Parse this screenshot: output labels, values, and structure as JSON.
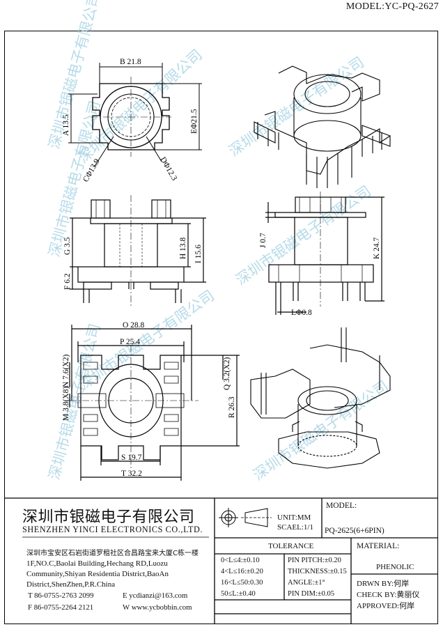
{
  "header": {
    "model_title": "MODEL:YC-PQ-2627"
  },
  "watermark": {
    "text": "深圳市银磁电子有限公司"
  },
  "dimensions": {
    "B": "B 21.8",
    "A": "A 13.5",
    "E": "EΦ21.5",
    "C": "CΦ13.9",
    "D": "DΦ12.3",
    "G": "G 3.5",
    "H": "H 13.8",
    "I": "I 15.6",
    "F": "F 6.2",
    "J": "J 0.7",
    "K": "K 24.7",
    "L": "LΦ0.8",
    "O": "O 28.8",
    "P": "P 25.4",
    "N": "N 7.6(X2)",
    "Q": "Q 3.2(X2)",
    "M": "M 3.8(X8)",
    "R": "R 26.3",
    "S": "S 19.7",
    "T": "T 32.2"
  },
  "title_block": {
    "company_cn": "深圳市银磁电子有限公司",
    "company_en": "SHENZHEN YINCI ELECTRONICS CO.,LTD.",
    "address_lines": [
      "深圳市宝安区石岩街道罗租社区合昌路宝来大厦C栋一楼",
      "1F,NO.C,Baolai Building,Hechang RD,Luozu",
      "Community,Shiyan Residentia District,BaoAn",
      "District,ShenZhen,P.R.China"
    ],
    "tel": "T  86-0755-2763 2099",
    "fax": "F  86-0755-2264 2121",
    "email": "E  ycdianzi@163.com",
    "web": "W  www.ycbobbin.com",
    "unit": "UNIT:MM",
    "scale": "SCAEL:1/1",
    "model_label": "MODEL:",
    "model_value": "PQ-2625(6+6PIN)",
    "tolerance_label": "TOLERANCE",
    "tolerances": [
      "0<L≤4:±0.10",
      "4<L≤16:±0.20",
      "16<L≤50:0.30",
      "50≤L:±0.40"
    ],
    "pin_specs": [
      "PIN PITCH:±0.20",
      "THICKNESS:±0.15",
      "ANGLE:±1°",
      "PIN DIM:±0.05"
    ],
    "material_label": "MATERIAL:",
    "material_value": "PHENOLIC",
    "drawn_by": "DRWN BY:何岸",
    "check_by": "CHECK BY:黄丽仪",
    "approved_by": "APPROVED:何岸"
  }
}
